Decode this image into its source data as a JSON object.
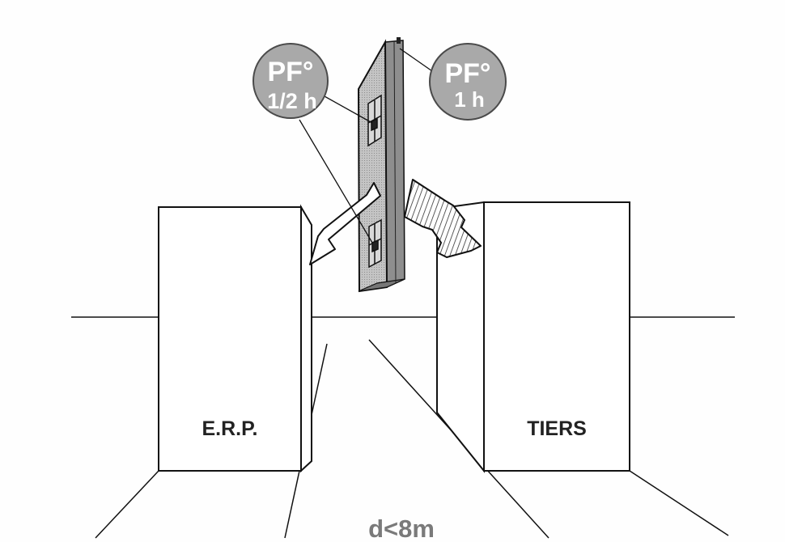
{
  "diagram": {
    "building_left_label": "E.R.P.",
    "building_right_label": "TIERS",
    "badge_left_line1": "PF°",
    "badge_left_line2": "1/2 h",
    "badge_right_line1": "PF°",
    "badge_right_line2": "1 h",
    "distance_label": "d<8m"
  },
  "colors": {
    "line": "#111111",
    "panel_fill": "#b9b9b9",
    "badge_fill": "#a9a9a9",
    "badge_stroke": "#4a4a4a",
    "distance_text": "#7a7a7a"
  },
  "icons": [
    "fire-door-panel-icon",
    "arrow-left-icon",
    "hatched-arrow-right-icon"
  ]
}
